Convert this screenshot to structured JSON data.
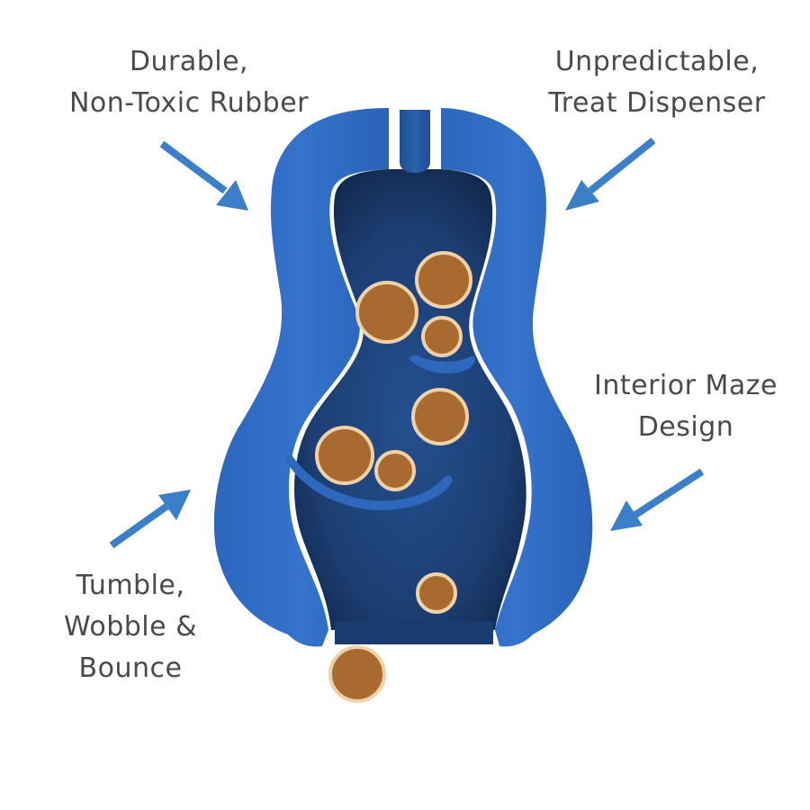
{
  "labels": {
    "durable": {
      "line1": "Durable,",
      "line2": "Non-Toxic Rubber"
    },
    "dispenser": {
      "line1": "Unpredictable,",
      "line2": "Treat Dispenser"
    },
    "maze": {
      "line1": "Interior Maze",
      "line2": "Design"
    },
    "tumble": {
      "line1": "Tumble,",
      "line2": "Wobble &",
      "line3": "Bounce"
    }
  },
  "colors": {
    "shell": "#2e6bc2",
    "shell_dark": "#2458a8",
    "interior": "#1c3e72",
    "interior_dark": "#14305a",
    "treat_fill": "#a86a2e",
    "treat_ring": "#f1d2a8",
    "arrow": "#3b7fc9",
    "text": "#4a4a4a"
  },
  "icons": {
    "arrow": "arrow-icon",
    "treat": "treat-kibble-icon",
    "toy": "treat-toy-cutaway"
  }
}
